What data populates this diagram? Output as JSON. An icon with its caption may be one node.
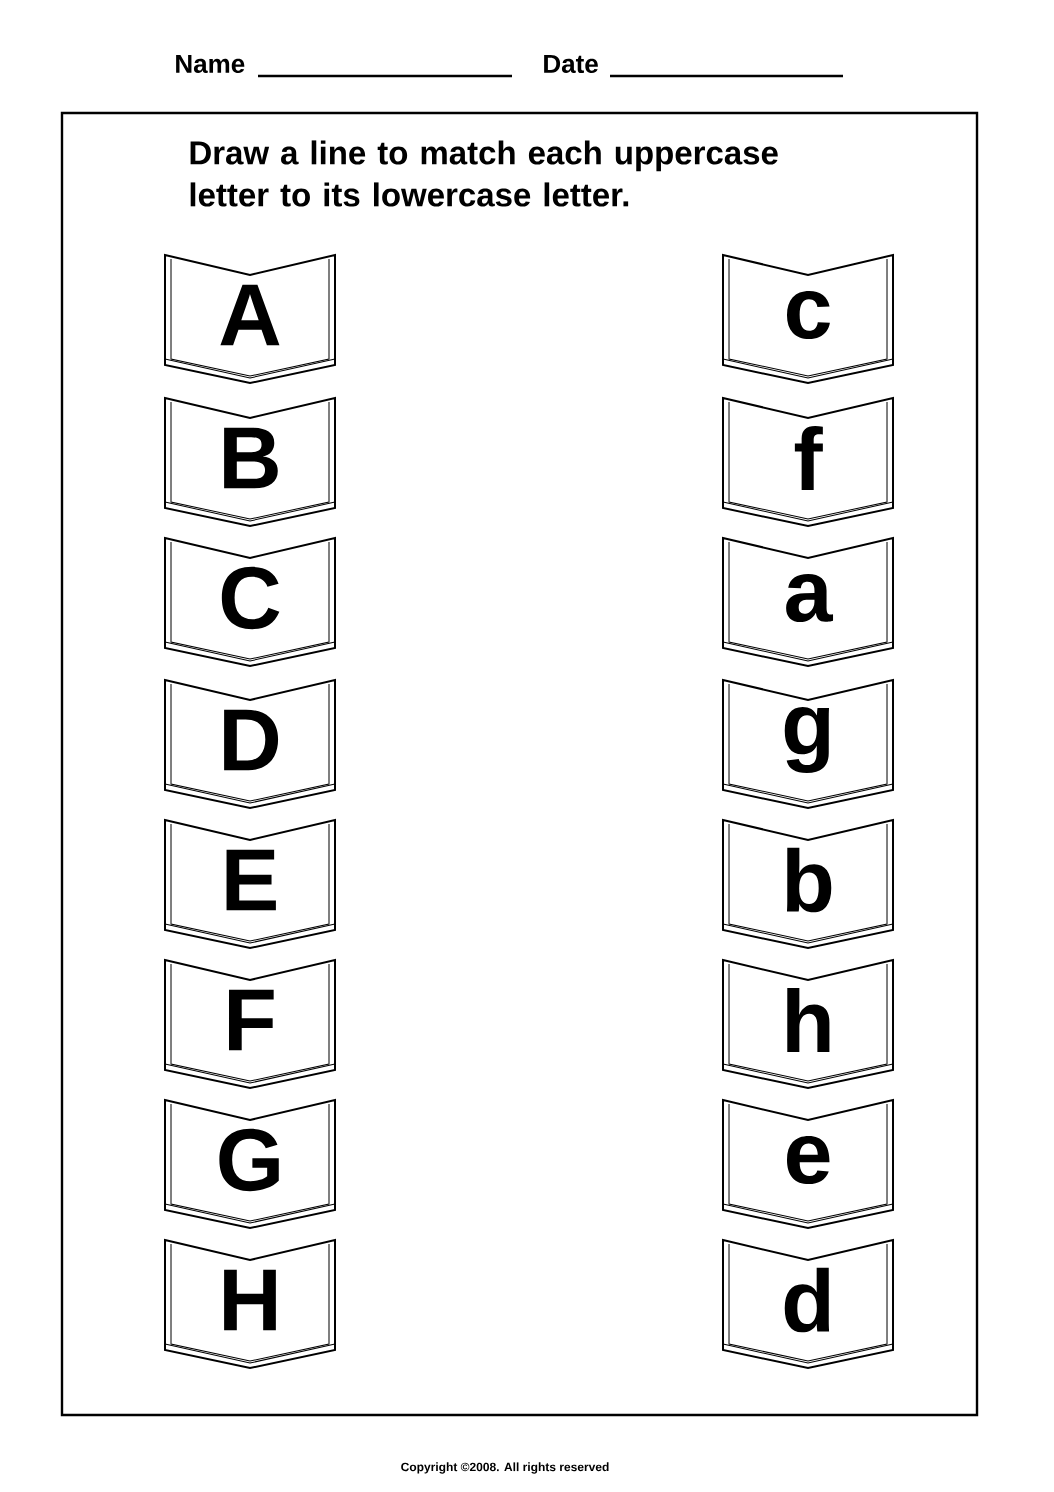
{
  "diagram": {
    "title": "Draw a line to match each uppercase letter to its lowercase letter.",
    "nodes": [
      {
        "text": [
          "A"
        ]
      },
      {
        "text": [
          "c"
        ]
      },
      {
        "text": [
          "B"
        ]
      },
      {
        "text": [
          "f"
        ]
      },
      {
        "text": [
          "C"
        ]
      },
      {
        "text": [
          "a"
        ]
      },
      {
        "text": [
          "D"
        ]
      },
      {
        "text": [
          "g"
        ]
      },
      {
        "text": [
          "E"
        ]
      },
      {
        "text": [
          "b"
        ]
      },
      {
        "text": [
          "F"
        ]
      },
      {
        "text": [
          "h"
        ]
      },
      {
        "text": [
          "G"
        ]
      },
      {
        "text": [
          "e"
        ]
      },
      {
        "text": [
          "H"
        ]
      },
      {
        "text": [
          "d"
        ]
      }
    ],
    "labels": [
      "Name",
      "Date",
      "Copyright ©2008. All rights reserved"
    ]
  }
}
